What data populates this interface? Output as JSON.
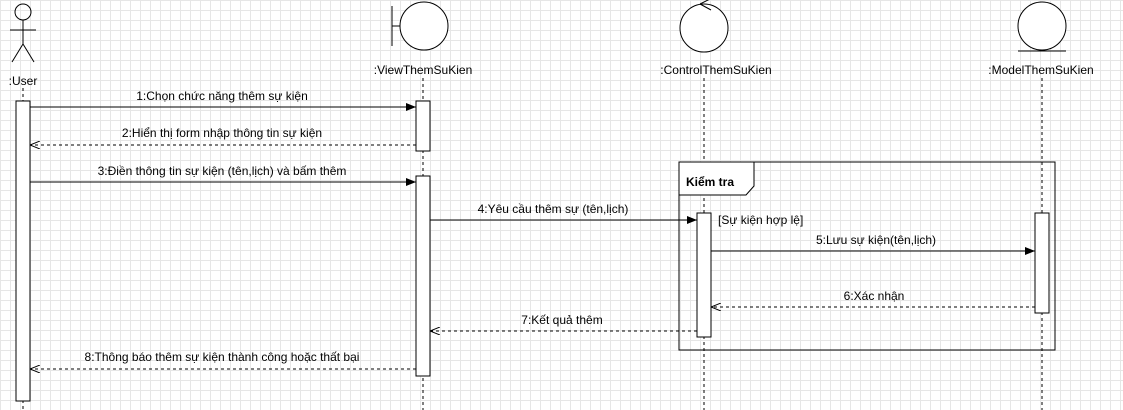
{
  "participants": {
    "user": ":User",
    "view": ":ViewThemSuKien",
    "control": ":ControlThemSuKien",
    "model": ":ModelThemSuKien"
  },
  "fragment": {
    "operator": "Kiểm tra",
    "guard": "[Sự kiện hợp lệ]"
  },
  "messages": [
    "1:Chọn chức năng thêm sự kiện",
    "2:Hiển thị form nhập thông tin sự kiện",
    "3:Điền thông tin sự kiện (tên,lịch) và bấm thêm",
    "4:Yêu cầu thêm sự (tên,lịch)",
    "5:Lưu sự kiện(tên,lịch)",
    "6:Xác nhận",
    "7:Kết quả thêm",
    "8:Thông báo thêm sự kiện thành công hoặc thất bại"
  ]
}
